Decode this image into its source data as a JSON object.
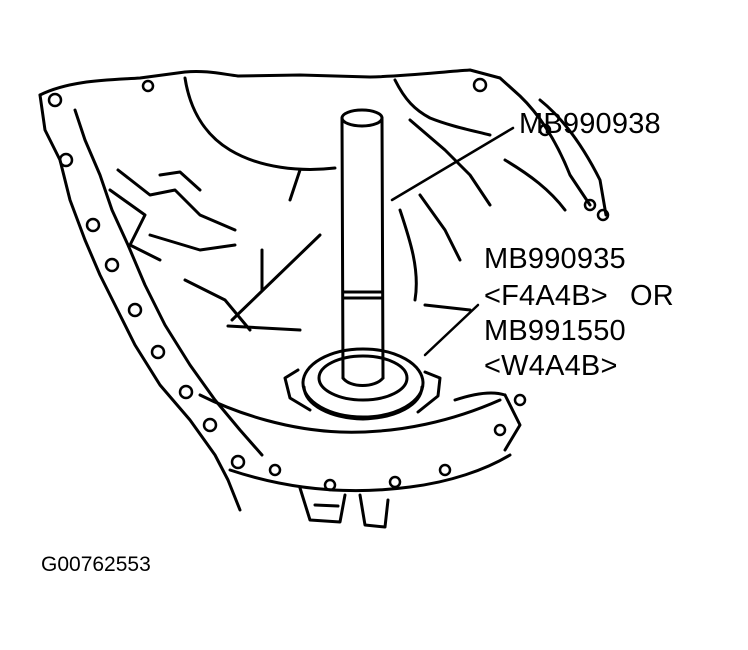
{
  "callouts": {
    "tool_top": "MB990938",
    "tool_alt1": "MB990935",
    "variant_f4a4b": "<F4A4B>",
    "or_word": "OR",
    "tool_alt2": "MB991550",
    "variant_w4a4b": "<W4A4B>"
  },
  "figure_id": "G00762553",
  "colors": {
    "ink": "#000000",
    "paper": "#ffffff"
  }
}
